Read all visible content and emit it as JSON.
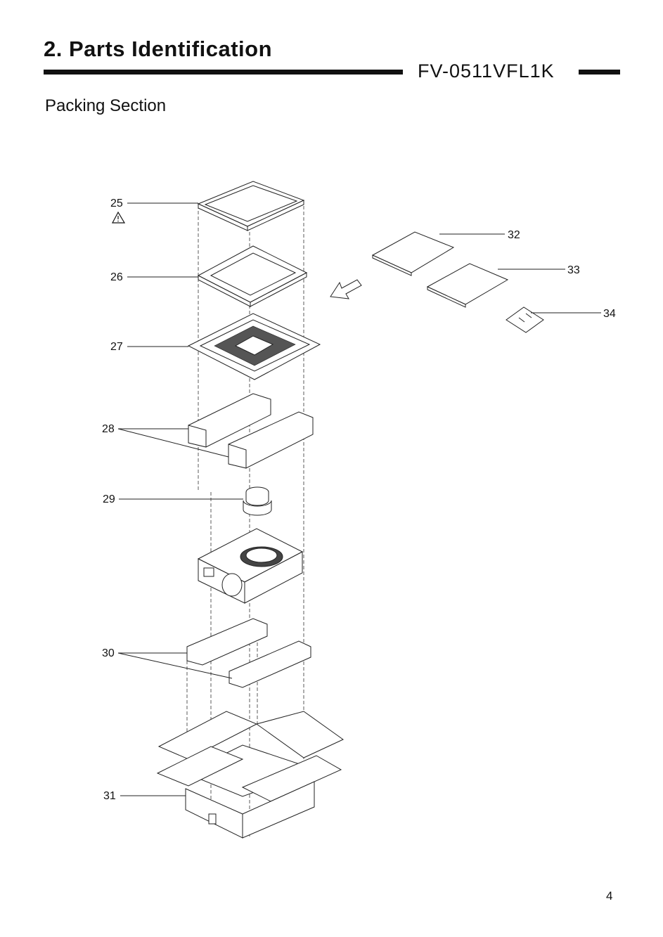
{
  "header": {
    "title": "2. Parts Identification",
    "model": "FV-0511VFL1K"
  },
  "section_title": "Packing Section",
  "callouts": [
    "25",
    "26",
    "27",
    "28",
    "29",
    "30",
    "31",
    "32",
    "33",
    "34"
  ],
  "page_number": "4"
}
